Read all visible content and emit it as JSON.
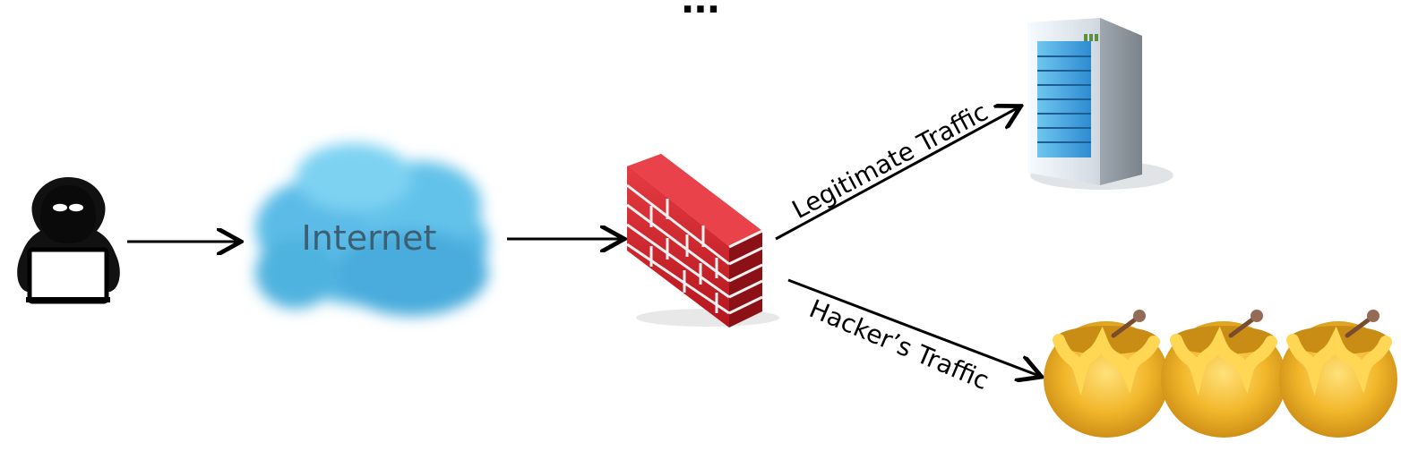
{
  "title_fragment": "...",
  "nodes": {
    "cloud": {
      "label": "Internet"
    }
  },
  "edges": {
    "legitimate": {
      "label": "Legitimate Traffic"
    },
    "hacker": {
      "label": "Hacker’s Traffic"
    }
  },
  "colors": {
    "cloud": "#56b8e4",
    "brick": "#c91f26",
    "server": "#4da3da",
    "honey": "#f2b72b",
    "arrow": "#000000"
  },
  "icons": {
    "hacker": "hooded-hacker-laptop-icon",
    "cloud": "internet-cloud-icon",
    "firewall": "firewall-brick-wall-icon",
    "server": "server-tower-icon",
    "honeypots": "honey-pot-icon"
  }
}
